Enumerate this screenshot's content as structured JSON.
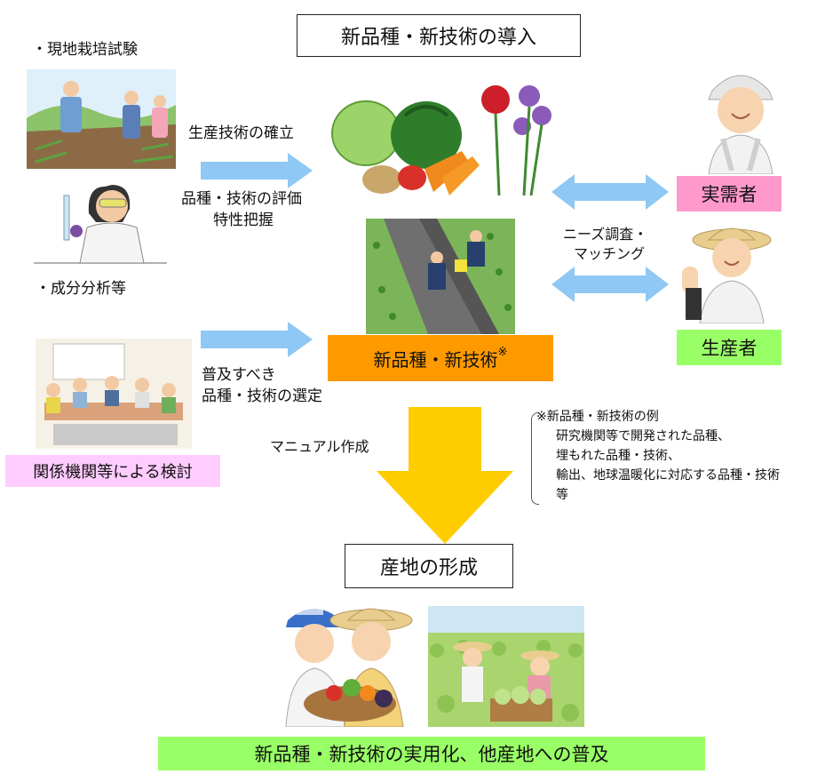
{
  "header": {
    "title": "新品種・新技術の導入"
  },
  "left": {
    "field_trial": "・現地栽培試験",
    "analysis": "・成分分析等",
    "committee": "関係機関等による検討"
  },
  "arrows": {
    "establish": "生産技術の確立",
    "evaluate_line1": "品種・技術の評価",
    "evaluate_line2": "特性把握",
    "select_line1": "普及すべき",
    "select_line2": "品種・技術の選定",
    "manual": "マニュアル作成",
    "needs_line1": "ニーズ調査・",
    "needs_line2": "マッチング"
  },
  "center": {
    "new_label": "新品種・新技術",
    "new_mark": "※"
  },
  "right": {
    "demand": "実需者",
    "producer": "生産者"
  },
  "note": {
    "line1": "※新品種・新技術の例",
    "line2": "研究機関等で開発された品種、",
    "line3": "埋もれた品種・技術、",
    "line4": "輸出、地球温暖化に対応する品種・技術",
    "line5": "等"
  },
  "bottom": {
    "region": "産地の形成",
    "result": "新品種・新技術の実用化、他産地への普及"
  },
  "colors": {
    "arrow_blue": "#8fc8f4",
    "arrow_yellow": "#ffcc00",
    "orange": "#ff9900",
    "pink": "#ff99cc",
    "light_pink": "#ffccff",
    "green": "#99ff66"
  }
}
